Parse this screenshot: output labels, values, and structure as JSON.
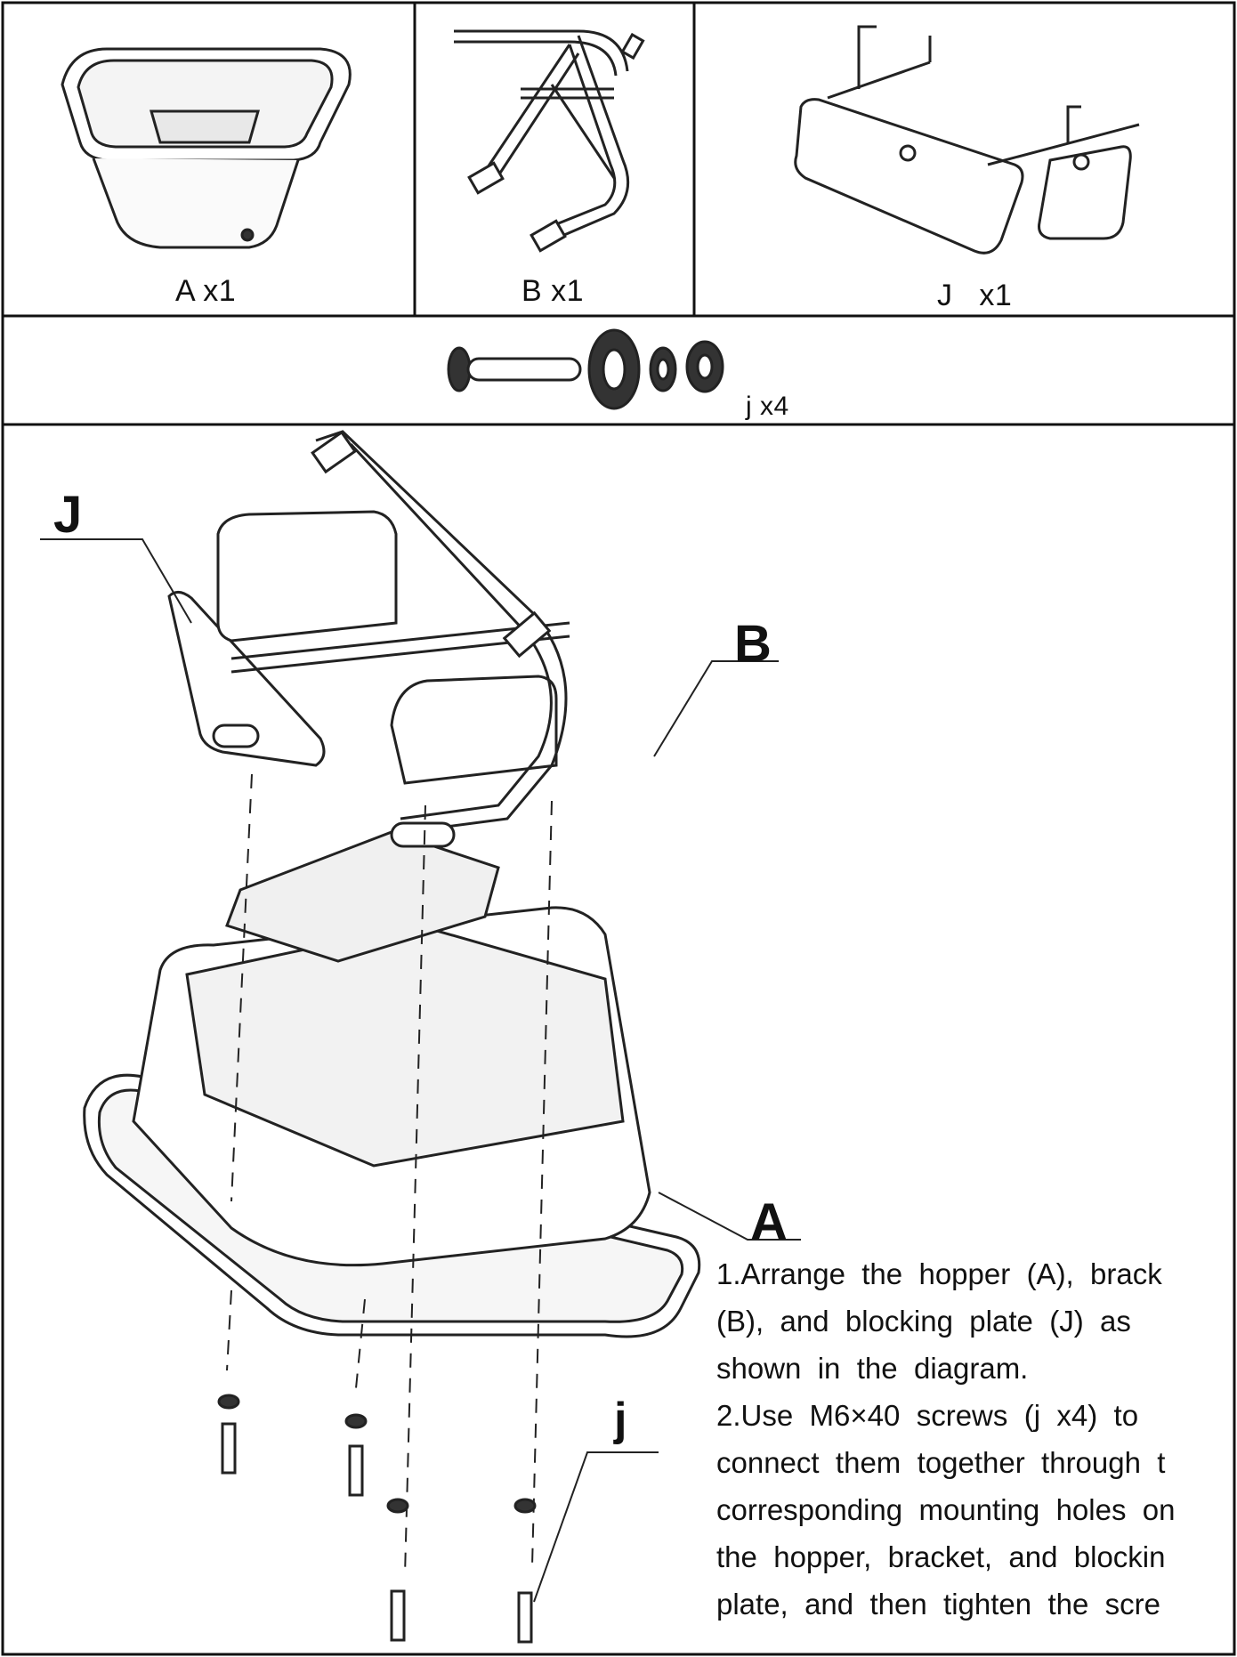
{
  "parts": {
    "hopper": {
      "label": "A x1"
    },
    "bracket": {
      "label": "B x1"
    },
    "blocking_plate": {
      "label": "J   x1"
    },
    "screw_set": {
      "label": "j x4"
    }
  },
  "callouts": {
    "J": "J",
    "B": "B",
    "A": "A",
    "j": "j"
  },
  "instructions": {
    "lines": [
      "1.Arrange  the  hopper  (A),  brack",
      "(B),  and  blocking  plate  (J)  as",
      "shown  in  the  diagram.",
      "2.Use  M6×40  screws  (j  x4)  to",
      "connect  them  together  through  t",
      "corresponding  mounting  holes  on",
      "the  hopper,  bracket,  and  blockin",
      "plate,  and  then  tighten  the  scre"
    ]
  }
}
